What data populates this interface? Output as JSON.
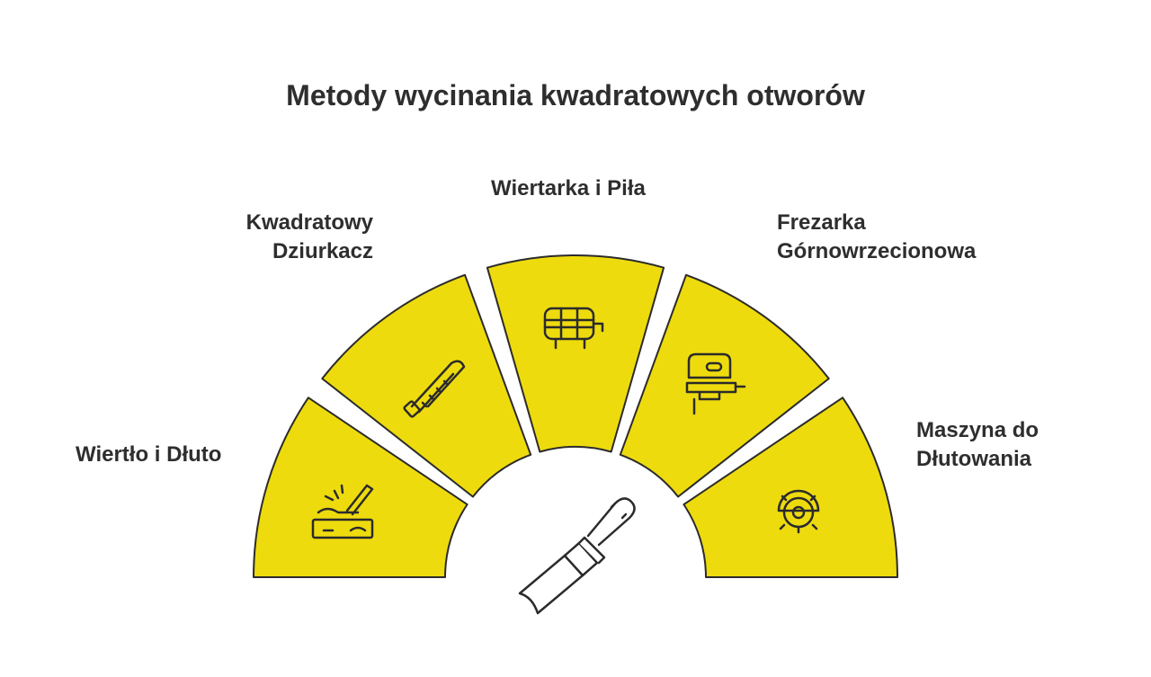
{
  "title": "Metody wycinania kwadratowych otworów",
  "segments": [
    {
      "lines": [
        "Wiertło i Dłuto"
      ],
      "icon": "chisel-wood-icon"
    },
    {
      "lines": [
        "Kwadratowy",
        "Dziurkacz"
      ],
      "icon": "hacksaw-icon"
    },
    {
      "lines": [
        "Wiertarka i Piła"
      ],
      "icon": "barrel-tap-icon"
    },
    {
      "lines": [
        "Frezarka",
        "Górnowrzecionowa"
      ],
      "icon": "jigsaw-icon"
    },
    {
      "lines": [
        "Maszyna do",
        "Dłutowania"
      ],
      "icon": "circular-saw-blade-icon"
    }
  ],
  "center_icon": "chisel-icon",
  "colors": {
    "segment_fill": "#EEDB0E",
    "outline": "#2b2b2b",
    "background": "#ffffff"
  }
}
